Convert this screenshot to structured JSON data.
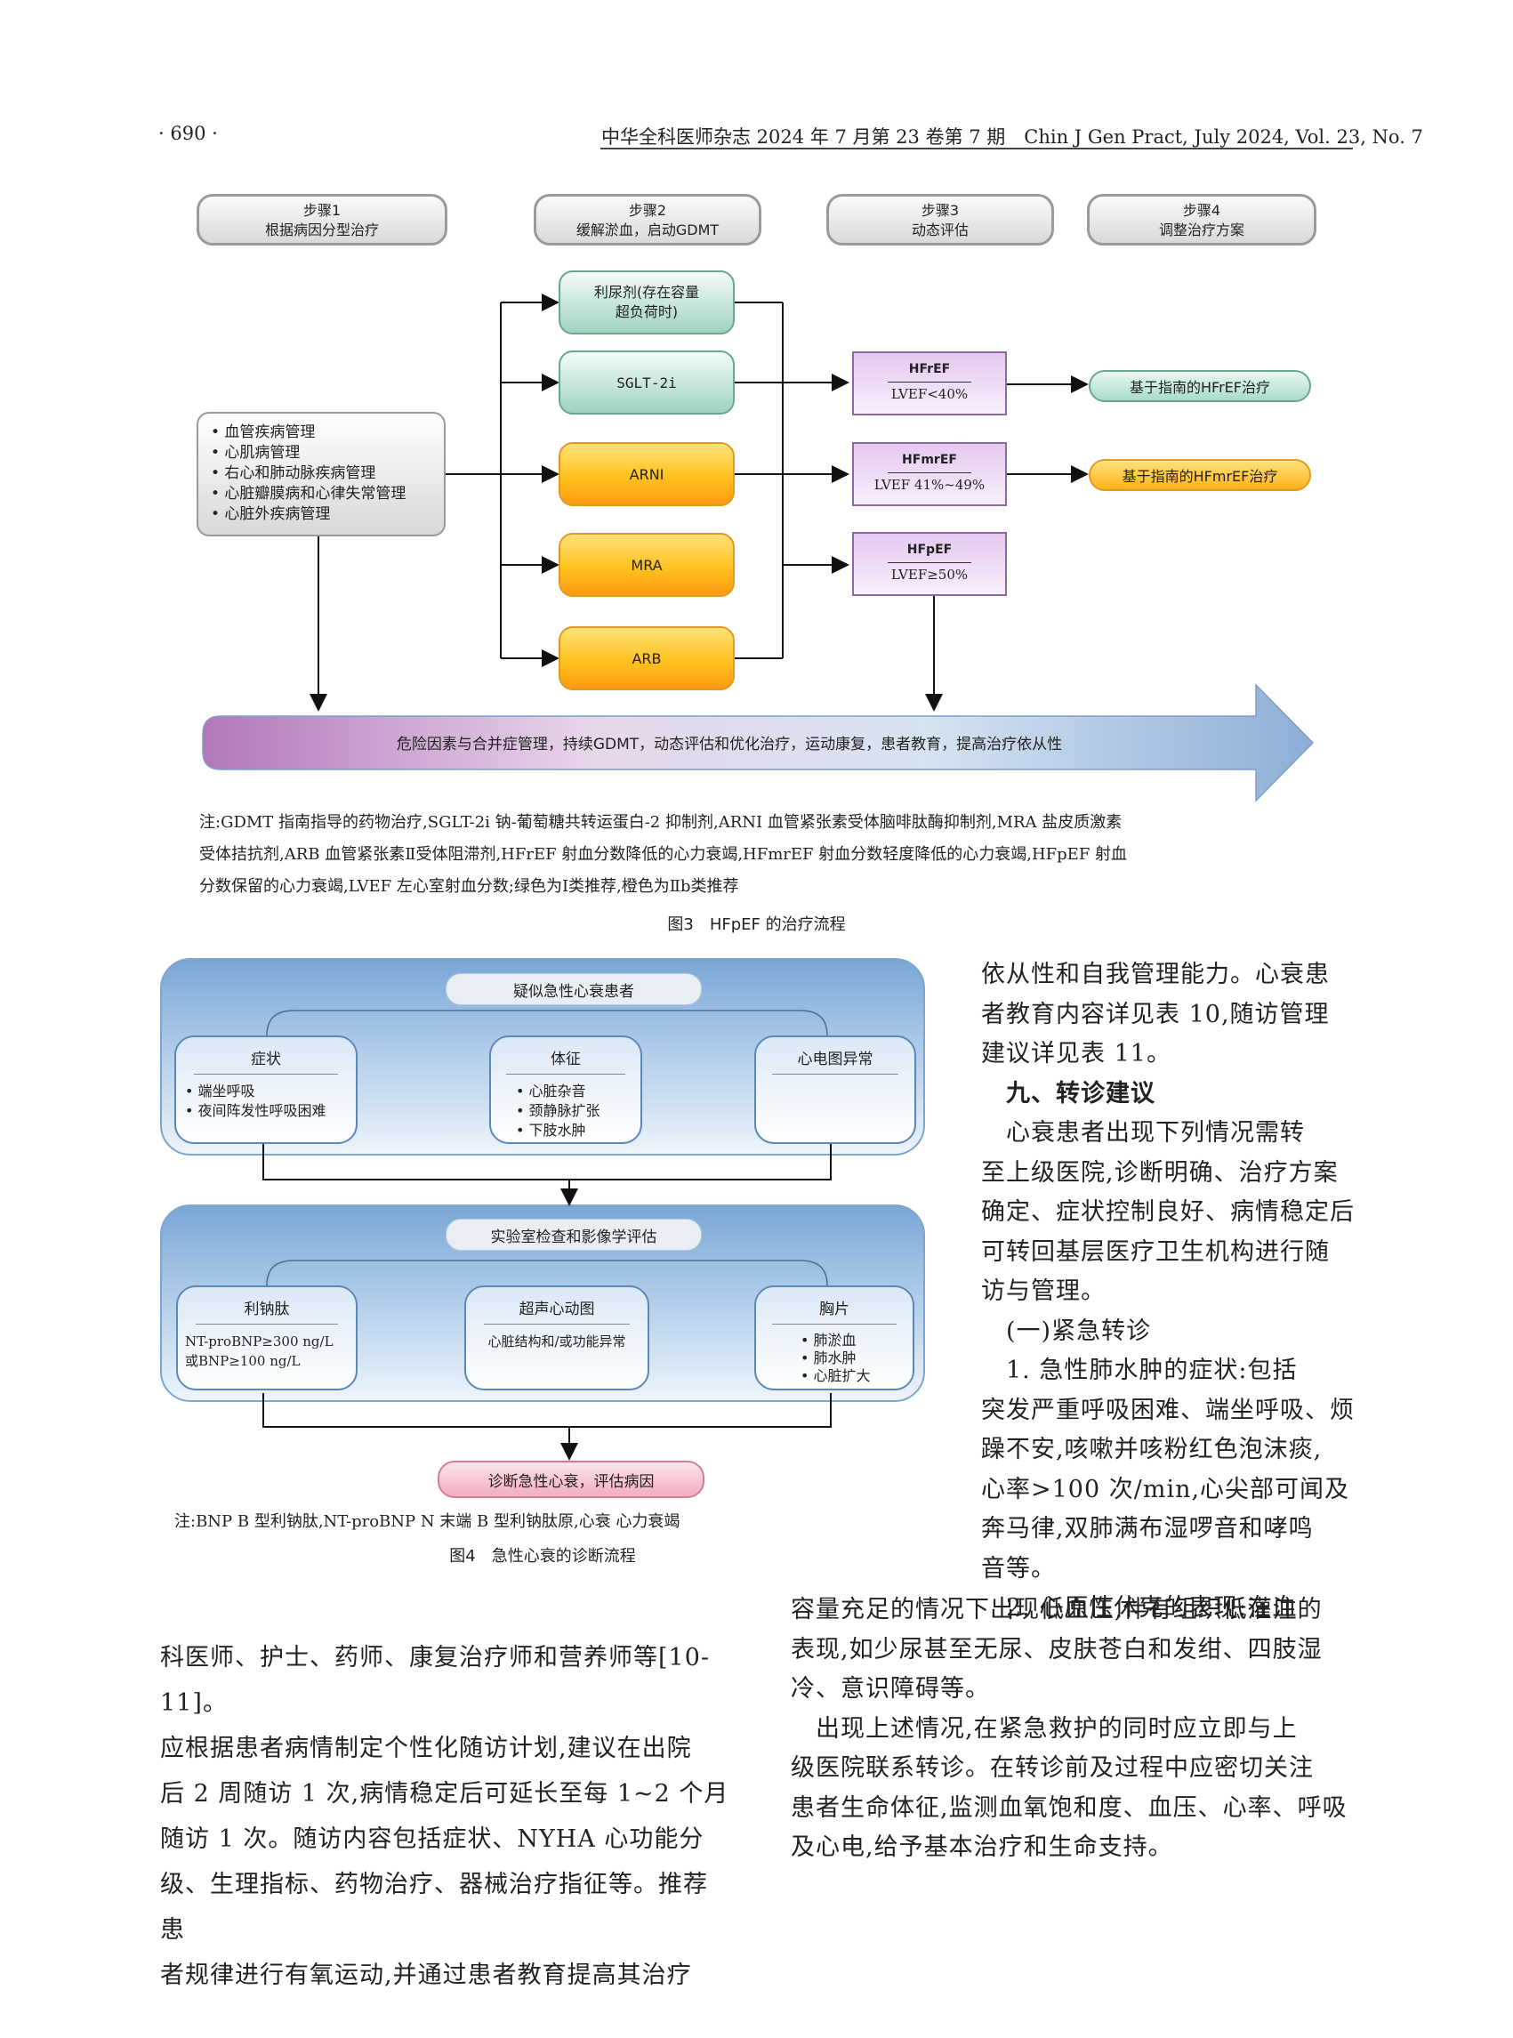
{
  "header": {
    "page_left": "· 690 ·",
    "journal": "中华全科医师杂志 2024 年 7 月第 23 卷第 7 期　Chin J Gen Pract, July 2024, Vol. 23, No. 7"
  },
  "fig3": {
    "steps": [
      {
        "l1": "步骤1",
        "l2": "根据病因分型治疗"
      },
      {
        "l1": "步骤2",
        "l2": "缓解淤血，启动GDMT"
      },
      {
        "l1": "步骤3",
        "l2": "动态评估"
      },
      {
        "l1": "步骤4",
        "l2": "调整治疗方案"
      }
    ],
    "etiology": [
      "• 血管疾病管理",
      "• 心肌病管理",
      "• 右心和肺动脉疾病管理",
      "• 心脏瓣膜病和心律失常管理",
      "• 心脏外疾病管理"
    ],
    "drugs": {
      "diuretic": "利尿剂(存在容量超负荷时)",
      "sglt2i": "SGLT-2i",
      "arni": "ARNI",
      "mra": "MRA",
      "arb": "ARB"
    },
    "classes": [
      {
        "title": "HFrEF",
        "lvef": "LVEF<40%"
      },
      {
        "title": "HFmrEF",
        "lvef": "LVEF 41%~49%"
      },
      {
        "title": "HFpEF",
        "lvef": "LVEF≥50%"
      }
    ],
    "results": {
      "hfref": "基于指南的HFrEF治疗",
      "hfmref": "基于指南的HFmrEF治疗"
    },
    "bottom_arrow": "危险因素与合并症管理，持续GDMT，动态评估和优化治疗，运动康复，患者教育，提高治疗依从性",
    "note": [
      "注:GDMT 指南指导的药物治疗,SGLT-2i 钠-葡萄糖共转运蛋白-2 抑制剂,ARNI 血管紧张素受体脑啡肽酶抑制剂,MRA 盐皮质激素",
      "受体拮抗剂,ARB 血管紧张素Ⅱ受体阻滞剂,HFrEF 射血分数降低的心力衰竭,HFmrEF 射血分数轻度降低的心力衰竭,HFpEF 射血",
      "分数保留的心力衰竭,LVEF 左心室射血分数;绿色为Ⅰ类推荐,橙色为Ⅱb类推荐"
    ],
    "caption": "图3　HFpEF 的治疗流程"
  },
  "fig4": {
    "top_title": "疑似急性心衰患者",
    "symptom": {
      "title": "症状",
      "items": [
        "• 端坐呼吸",
        "• 夜间阵发性呼吸困难"
      ]
    },
    "sign": {
      "title": "体征",
      "items": [
        "• 心脏杂音",
        "• 颈静脉扩张",
        "• 下肢水肿"
      ]
    },
    "ecg": {
      "title": "心电图异常"
    },
    "lab_title": "实验室检查和影像学评估",
    "bnp": {
      "title": "利钠肽",
      "items": [
        "NT-proBNP≥300 ng/L",
        "或BNP≥100 ng/L"
      ]
    },
    "echo": {
      "title": "超声心动图",
      "items": [
        "心脏结构和/或功能异常"
      ]
    },
    "cxr": {
      "title": "胸片",
      "items": [
        "• 肺淤血",
        "• 肺水肿",
        "• 心脏扩大"
      ]
    },
    "diagnosis": "诊断急性心衰，评估病因",
    "note": "注:BNP B 型利钠肽,NT-proBNP N 末端 B 型利钠肽原,心衰 心力衰竭",
    "caption": "图4　急性心衰的诊断流程"
  },
  "right_col": [
    "依从性和自我管理能力。心衰患",
    "者教育内容详见表 10,随访管理",
    "建议详见表 11。",
    "　九、转诊建议",
    "　心衰患者出现下列情况需转",
    "至上级医院,诊断明确、治疗方案",
    "确定、症状控制良好、病情稳定后",
    "可转回基层医疗卫生机构进行随",
    "访与管理。",
    "　(一)紧急转诊",
    "　1. 急性肺水肿的症状:包括",
    "突发严重呼吸困难、端坐呼吸、烦",
    "躁不安,咳嗽并咳粉红色泡沫痰,",
    "心率>100 次/min,心尖部可闻及",
    "奔马律,双肺满布湿啰音和哮鸣",
    "音等。",
    "　2. 心原性休克的表现:在血",
    "容量充足的情况下出现低血压,伴有组织低灌注的",
    "表现,如少尿甚至无尿、皮肤苍白和发绀、四肢湿",
    "冷、意识障碍等。",
    "　出现上述情况,在紧急救护的同时应立即与上",
    "级医院联系转诊。在转诊前及过程中应密切关注",
    "患者生命体征,监测血氧饱和度、血压、心率、呼吸",
    "及心电,给予基本治疗和生命支持。"
  ],
  "left_col": [
    "科医师、护士、药师、康复治疗师和营养师等[10-11]。",
    "应根据患者病情制定个性化随访计划,建议在出院",
    "后 2 周随访 1 次,病情稳定后可延长至每 1~2 个月",
    "随访 1 次。随访内容包括症状、NYHA 心功能分",
    "级、生理指标、药物治疗、器械治疗指征等。推荐患",
    "者规律进行有氧运动,并通过患者教育提高其治疗"
  ]
}
